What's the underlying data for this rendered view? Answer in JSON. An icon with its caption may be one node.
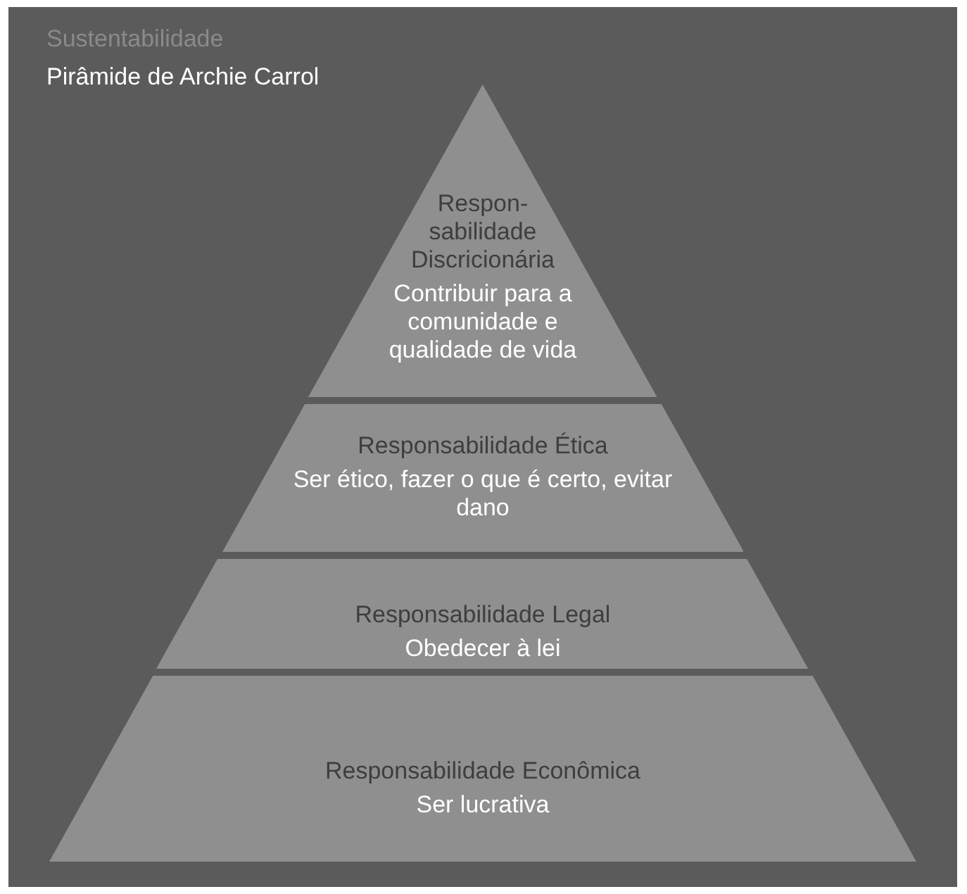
{
  "diagram": {
    "title": "Pirâmide de Archie Carrol",
    "labels": [
      "Sustentabilidade"
    ],
    "nodes": [
      {
        "text": [
          "Respon- sabilidade Discricionária",
          "Contribuir para a comunidade e qualidade de vida"
        ]
      },
      {
        "text": [
          "Responsabilidade Ética",
          "Ser ético, fazer o que é certo, evitar dano"
        ]
      },
      {
        "text": [
          "Responsabilidade Legal",
          "Obedecer à lei"
        ]
      },
      {
        "text": [
          "Responsabilidade Econômica",
          "Ser lucrativa"
        ]
      }
    ]
  }
}
